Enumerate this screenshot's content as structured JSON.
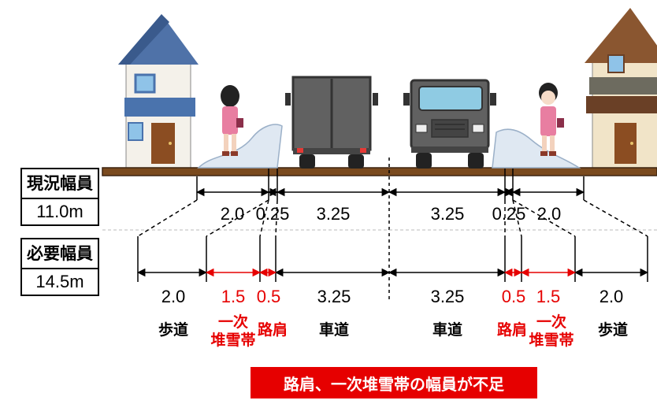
{
  "labels": {
    "current_title": "現況幅員",
    "current_value": "11.0m",
    "required_title": "必要幅員",
    "required_value": "14.5m"
  },
  "current_widths": [
    "2.0",
    "0.25",
    "3.25",
    "3.25",
    "0.25",
    "2.0"
  ],
  "required_widths": {
    "w1": "2.0",
    "w2": "1.5",
    "w3": "0.5",
    "w4": "3.25",
    "w5": "3.25",
    "w6": "0.5",
    "w7": "1.5",
    "w8": "2.0"
  },
  "zone_names": {
    "sidewalk_left": "歩道",
    "snow_left_line1": "一次",
    "snow_left_line2": "堆雪帯",
    "shoulder_left": "路肩",
    "lane_left": "車道",
    "lane_right": "車道",
    "shoulder_right": "路肩",
    "snow_right_line1": "一次",
    "snow_right_line2": "堆雪帯",
    "sidewalk_right": "歩道"
  },
  "banner": "路肩、一次堆雪帯の幅員が不足",
  "colors": {
    "accent_red": "#e60000",
    "road": "#7a4a1e"
  },
  "icons": [
    "house-icon",
    "pedestrian-icon",
    "truck-rear-icon",
    "truck-front-icon",
    "snow-pile-icon"
  ]
}
